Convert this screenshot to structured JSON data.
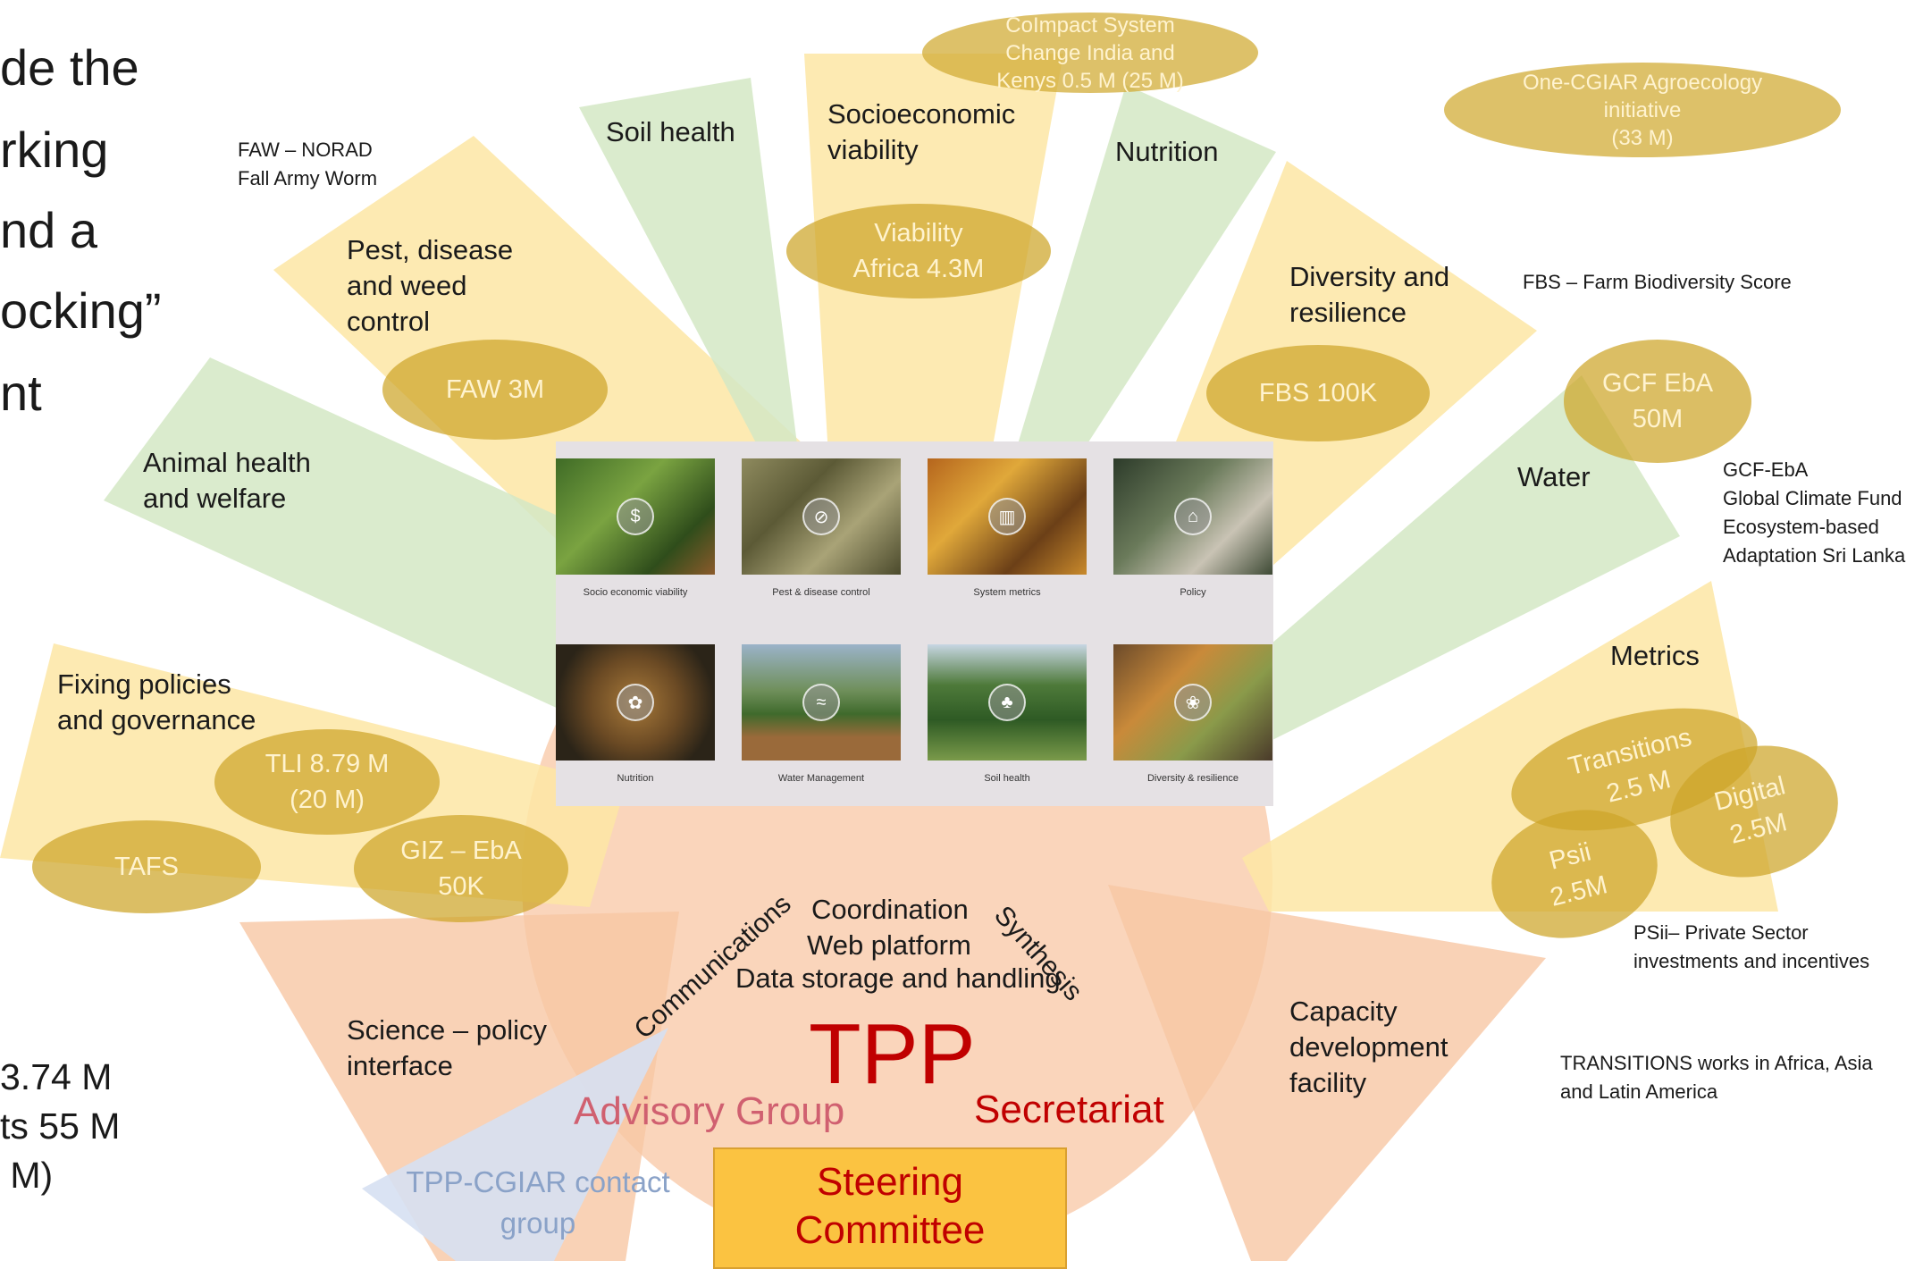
{
  "left_cut": {
    "line1": "de the",
    "line2": "rking",
    "line3": "nd a",
    "line4": "ocking”",
    "line5": "nt",
    "bottom1": "3.74 M",
    "bottom2": "ts 55 M",
    "bottom3": " M)"
  },
  "themes": {
    "animal_health": "Animal health\nand welfare",
    "pest": "Pest, disease\nand weed\ncontrol",
    "soil": "Soil health",
    "socio": "Socioeconomic\nviability",
    "nutrition": "Nutrition",
    "diversity": "Diversity and\nresilience",
    "water": "Water",
    "metrics": "Metrics",
    "policies": "Fixing policies\nand governance",
    "science_policy": "Science – policy\ninterface",
    "capacity": "Capacity\ndevelopment\nfacility"
  },
  "projects": {
    "coimpact": "CoImpact System\nChange India and\nKenys 0.5 M (25 M)",
    "one_cgiar": "One-CGIAR Agroecology\ninitiative\n(33 M)",
    "viability": "Viability\nAfrica 4.3M",
    "faw": "FAW 3M",
    "fbs": "FBS 100K",
    "gcf": "GCF EbA\n50M",
    "tli": "TLI 8.79 M\n(20 M)",
    "giz": "GIZ – EbA\n50K",
    "tafs": "TAFS",
    "transitions": "Transitions\n2.5 M",
    "digital": "Digital\n2.5M",
    "psii": "Psii\n2.5M"
  },
  "notes": {
    "faw": "FAW – NORAD\nFall Army Worm",
    "fbs": "FBS – Farm Biodiversity Score",
    "gcf": "GCF-EbA\nGlobal Climate Fund\nEcosystem-based\nAdaptation Sri Lanka",
    "psii": "PSii– Private Sector\ninvestments and incentives",
    "transitions": "TRANSITIONS works in Africa, Asia\nand Latin America"
  },
  "center": {
    "communications": "Communications",
    "coordination": "Coordination",
    "web_platform": "Web platform",
    "data_storage": "Data storage and handling",
    "synthesis": "Synthesis",
    "tpp": "TPP",
    "advisory": "Advisory Group",
    "secretariat": "Secretariat",
    "steering": "Steering\nCommittee",
    "contact_group": "TPP-CGIAR contact\ngroup"
  },
  "website_tiles": [
    {
      "caption": "Socio economic viability"
    },
    {
      "caption": "Pest & disease control"
    },
    {
      "caption": "System metrics"
    },
    {
      "caption": "Policy"
    },
    {
      "caption": "Nutrition"
    },
    {
      "caption": "Water Management"
    },
    {
      "caption": "Soil health"
    },
    {
      "caption": "Diversity & resilience"
    }
  ],
  "colors": {
    "yellow_wedge": "#fde6a4",
    "green_wedge": "#d4e8c4",
    "orange_wedge": "#f8c7a4",
    "blue_wedge": "#d6e0f2",
    "gold_ellipse": "#cda528",
    "tpp_red": "#c00000",
    "steering_fill": "#fbc341"
  }
}
